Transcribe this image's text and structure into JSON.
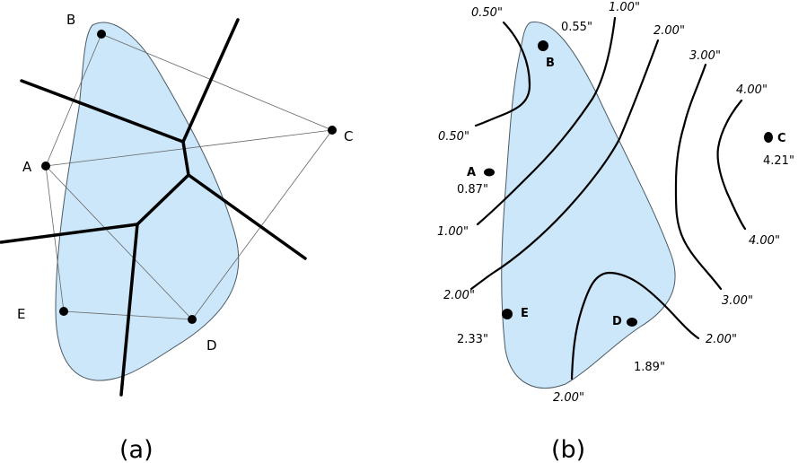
{
  "panel_a": {
    "caption": "(a)",
    "points": [
      {
        "id": "A",
        "label": "A"
      },
      {
        "id": "B",
        "label": "B"
      },
      {
        "id": "C",
        "label": "C"
      },
      {
        "id": "D",
        "label": "D"
      },
      {
        "id": "E",
        "label": "E"
      }
    ]
  },
  "panel_b": {
    "caption": "(b)",
    "stations": [
      {
        "id": "A",
        "label": "A",
        "value": "0.87\""
      },
      {
        "id": "B",
        "label": "B",
        "value": "0.55\""
      },
      {
        "id": "C",
        "label": "C",
        "value": "4.21\""
      },
      {
        "id": "D",
        "label": "D",
        "value": "1.89\""
      },
      {
        "id": "E",
        "label": "E",
        "value": "2.33\""
      }
    ],
    "contour_labels": {
      "c050_top": "0.50\"",
      "c050_bottom": "0.50\"",
      "c100_top": "1.00\"",
      "c100_bottom": "1.00\"",
      "c200_top": "2.00\"",
      "c200_left": "2.00\"",
      "c200_right": "2.00\"",
      "c200_bottom": "2.00\"",
      "c300_top": "3.00\"",
      "c300_bottom": "3.00\"",
      "c400_top": "4.00\"",
      "c400_bottom": "4.00\""
    }
  }
}
